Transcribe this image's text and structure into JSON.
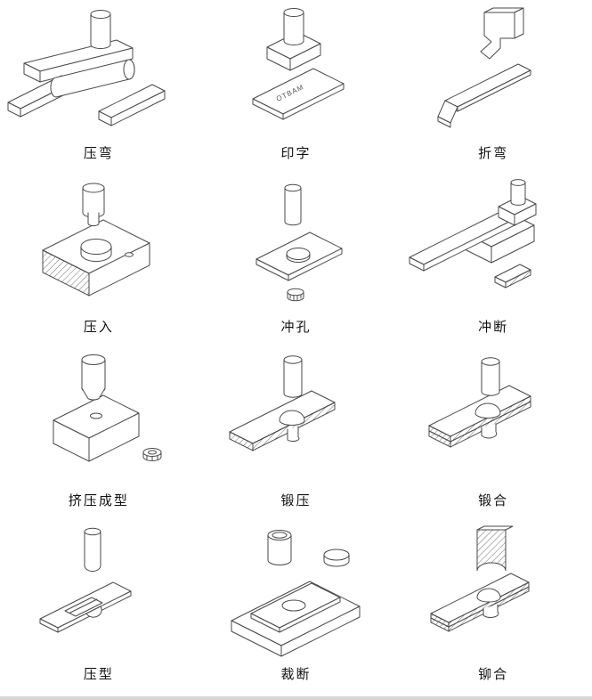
{
  "colors": {
    "line": "#4a4a4a",
    "background": "#ffffff",
    "text": "#111111"
  },
  "grid": {
    "cells": [
      {
        "label": "压弯"
      },
      {
        "label": "印字",
        "stamp_text": "OTBAM"
      },
      {
        "label": "折弯"
      },
      {
        "label": "压入"
      },
      {
        "label": "冲孔"
      },
      {
        "label": "冲断"
      },
      {
        "label": "挤压成型"
      },
      {
        "label": "锻压"
      },
      {
        "label": "锻合"
      },
      {
        "label": "压型"
      },
      {
        "label": "裁断"
      },
      {
        "label": "铆合"
      }
    ]
  }
}
